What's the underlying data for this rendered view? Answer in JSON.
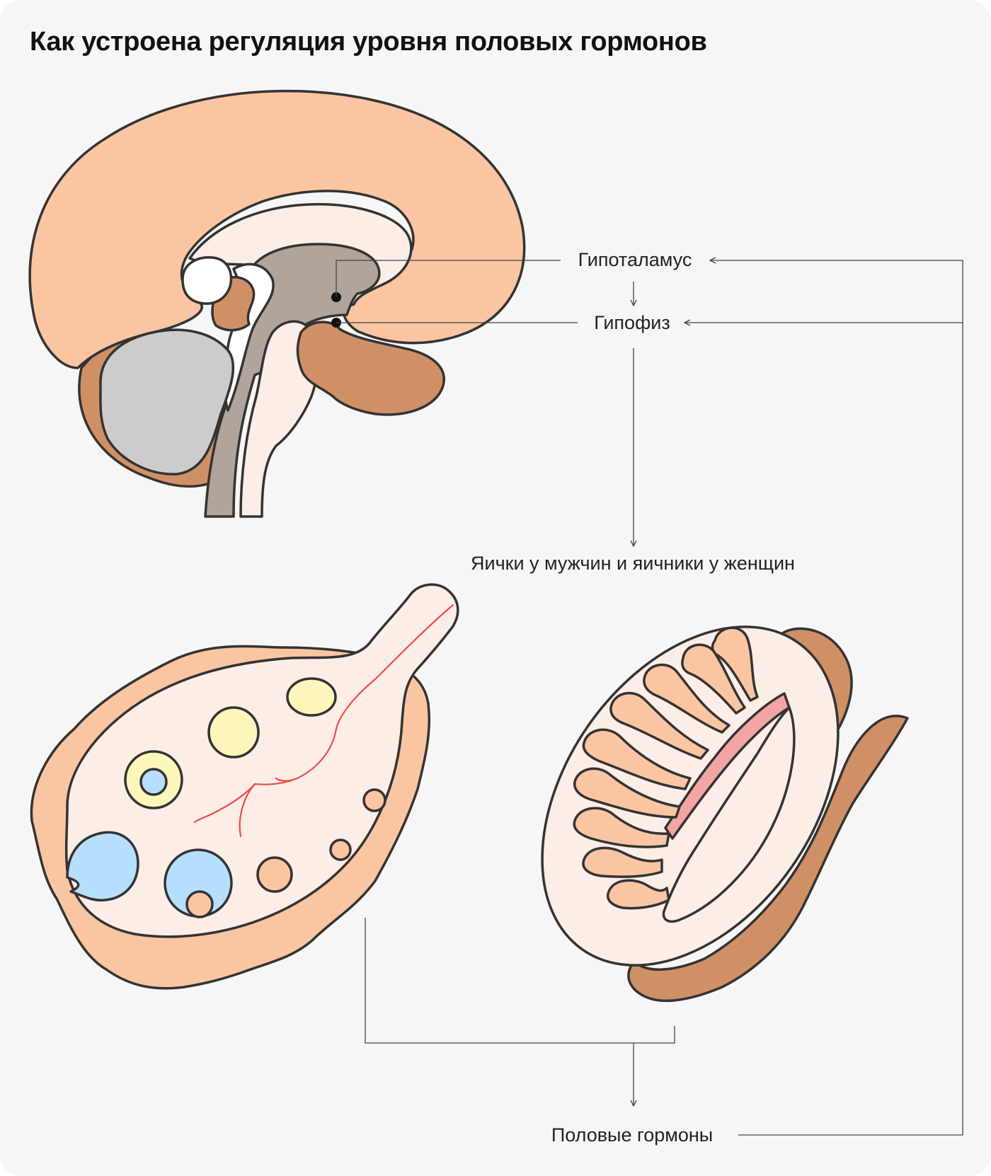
{
  "title": "Как устроена регуляция уровня половых гормонов",
  "labels": {
    "hypothalamus": "Гипоталамус",
    "pituitary": "Гипофиз",
    "gonads": "Яички у мужчин и яичники у женщин",
    "hormones": "Половые гормоны"
  },
  "colors": {
    "background": "#f6f6f6",
    "outline": "#333333",
    "cortex": "#fbc5a1",
    "brown_tissue": "#d09066",
    "light_tissue": "#fcede6",
    "stem_gray": "#b0a49b",
    "cerebellum_gray": "#cccccc",
    "follicle_yellow": "#fdf6ba",
    "follicle_blue": "#b5dffd",
    "vessel_red": "#f04a4a"
  }
}
